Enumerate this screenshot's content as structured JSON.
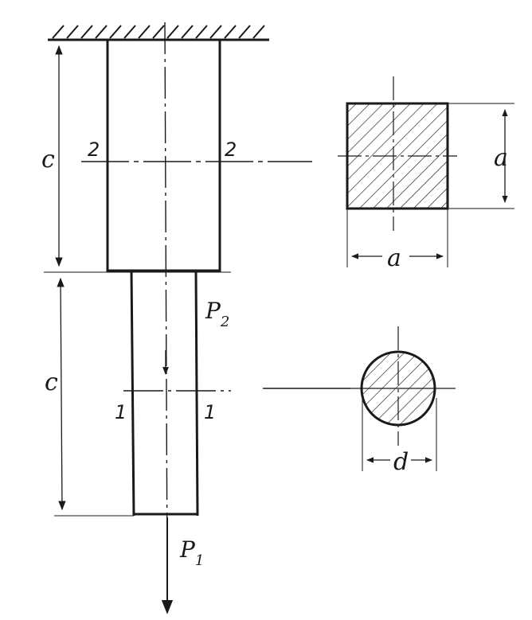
{
  "diagram": {
    "labels": {
      "dim_c_upper": "c",
      "dim_c_lower": "c",
      "section_2_left": "2",
      "section_2_right": "2",
      "section_1_left": "1",
      "section_1_right": "1",
      "load_p2": "P",
      "load_p2_sub": "2",
      "load_p1": "P",
      "load_p1_sub": "1",
      "square_side_vertical": "a",
      "square_side_horizontal": "a",
      "circle_diameter": "d"
    },
    "colors": {
      "ink": "#1a1a1a",
      "paper": "#ffffff"
    }
  }
}
